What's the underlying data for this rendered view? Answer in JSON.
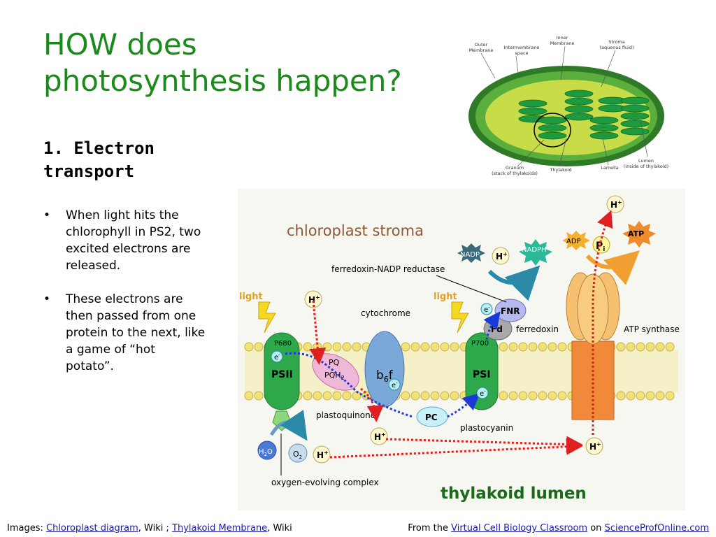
{
  "slide": {
    "title_line1": "HOW does",
    "title_line2": "photosynthesis happen?",
    "subtitle_line1": "1. Electron",
    "subtitle_line2": "transport",
    "bullet_symbol": "•",
    "bullets": [
      "When light hits the chlorophyll in PS2, two excited electrons are released.",
      "These electrons are then passed from one protein to the next, like a game of “hot potato”."
    ]
  },
  "chloroplast_diagram": {
    "labels": {
      "outer1": "Outer",
      "outer2": "Membrane",
      "inter1": "Intermembrane",
      "inter2": "space",
      "inner1": "Inner",
      "inner2": "Membrane",
      "stroma1": "Stroma",
      "stroma2": "(aqueous fluid)",
      "granum1": "Granum",
      "granum2": "(stack of thylakoids)",
      "thylakoid": "Thylakoid",
      "lamella": "Lamella",
      "lumen1": "Lumen",
      "lumen2": "(inside of thylakoid)"
    }
  },
  "thylakoid_diagram": {
    "labels": {
      "stroma": "chloroplast stroma",
      "lumen": "thylakoid lumen",
      "fnr_full": "ferredoxin-NADP reductase",
      "cytochrome": "cytochrome",
      "light1": "light",
      "light2": "light",
      "atp_synthase": "ATP synthase",
      "ferredoxin": "ferredoxin",
      "plastoquinone": "plastoquinone",
      "plastocyanin": "plastocyanin",
      "oec": "oxygen-evolving complex",
      "p680": "P680",
      "p700": "P700",
      "psii": "PSII",
      "psi": "PSI",
      "pq": "PQ",
      "pqh2": "PQH",
      "pqh2_sub": "2",
      "b6f": "b",
      "b6f_sub": "6",
      "b6f_f": "f",
      "pc": "PC",
      "fd": "Fd",
      "fnr": "FNR",
      "nadp": "NADP",
      "nadph": "NADPH",
      "adp": "ADP",
      "atp": "ATP",
      "pi": "P",
      "pi_sub": "i",
      "h2o": "H",
      "h2o_sub": "2",
      "h2o_o": "O",
      "o2": "O",
      "o2_sub": "2",
      "h": "H",
      "hplus": "+",
      "e": "e",
      "eminus": "-"
    }
  },
  "footer": {
    "images_prefix": "Images: ",
    "link1": "Chloroplast diagram",
    "sep1": ", Wiki ; ",
    "link2": "Thylakoid Membrane",
    "sep2": ", Wiki",
    "from_prefix": "From the  ",
    "link3": "Virtual Cell Biology Classroom",
    "on": " on ",
    "link4": "ScienceProfOnline.com"
  },
  "colors": {
    "title_green": "#1a8a1a",
    "link_blue": "#1a1aa8",
    "stroma_label": "#8a5a3a",
    "lumen_label": "#1a6a1a",
    "membrane_yellow": "#f2e27a",
    "photosystem_green": "#2ea84a",
    "cytochrome_blue": "#7aa8d8",
    "pq_pink": "#f0b8d8",
    "atp_orange": "#f08a3a",
    "electron_path": "#1a3ad8",
    "proton_path": "#e02020"
  }
}
